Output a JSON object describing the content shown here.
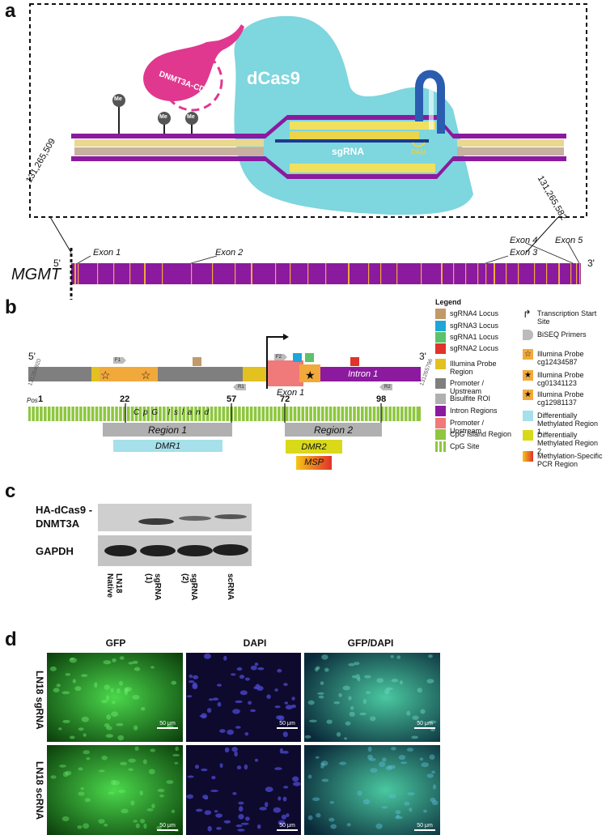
{
  "panels": {
    "a": "a",
    "b": "b",
    "c": "c",
    "d": "d"
  },
  "panel_a": {
    "protein_label": "dCas9",
    "enzyme_label": "DNMT3A-CD",
    "sgrna_label": "sgRNA",
    "pam_label": "PAM",
    "methyl_label": "Me",
    "coord_left": "131,265,509",
    "coord_right": "131,265,582",
    "gene_name": "MGMT",
    "five_prime": "5'",
    "three_prime": "3'",
    "exons": [
      "Exon 1",
      "Exon 2",
      "Exon 3",
      "Exon 4",
      "Exon 5"
    ],
    "colors": {
      "dcas9": "#7ed6de",
      "dnmt": "#e0388f",
      "gene": "#8b1a9e",
      "exon": "#f2a93b"
    }
  },
  "panel_b": {
    "five_prime": "5'",
    "three_prime": "3'",
    "coord_left": "131264920",
    "coord_right": "131265796",
    "primer_f1": "F1",
    "primer_f2": "F2",
    "primer_r1": "R1",
    "primer_r2": "R2",
    "exon_label": "Exon 1",
    "intron_label": "Intron 1",
    "pos_label": "Pos",
    "positions": [
      "1",
      "22",
      "57",
      "72",
      "98"
    ],
    "cpg_label": "C p G   I s l a n d",
    "region1": "Region 1",
    "region2": "Region 2",
    "dmr1": "DMR1",
    "dmr2": "DMR2",
    "msp": "MSP",
    "legend": {
      "title": "Legend",
      "left": [
        {
          "label": "sgRNA4 Locus",
          "color": "#c19a6b"
        },
        {
          "label": "sgRNA3 Locus",
          "color": "#1ea7d6"
        },
        {
          "label": "sgRNA1 Locus",
          "color": "#5cc26b"
        },
        {
          "label": "sgRNA2 Locus",
          "color": "#e0332b"
        },
        {
          "label": "Illumina Probe Region",
          "color": "#e3c120"
        },
        {
          "label": "Promoter / Upstream",
          "color": "#7f7f7f"
        },
        {
          "label": "Bisulfite ROI",
          "color": "#b0b0b0"
        },
        {
          "label": "Intron Regions",
          "color": "#8b1a9e"
        },
        {
          "label": "Promoter / Upstream",
          "color": "#f07a7a"
        },
        {
          "label": "CpG Island Region",
          "color": "#8ec63f"
        },
        {
          "label": "CpG Site",
          "color": "#8ec63f"
        }
      ],
      "right": [
        {
          "label": "Transcription Start Site"
        },
        {
          "label": "BiSEQ  Primers"
        },
        {
          "label": "Illumina Probe cg12434587",
          "color": "#f2a93b"
        },
        {
          "label": "Illumina Probe cg01341123",
          "color": "#f2a93b"
        },
        {
          "label": "Illumina Probe cg12981137",
          "color": "#f2a93b"
        },
        {
          "label": "Differentially Methylated Region 1",
          "color": "#a6e0ea"
        },
        {
          "label": "Differentially Methylated Region 2",
          "color": "#d9d91a"
        },
        {
          "label": "Methylation-Specific PCR Region",
          "color": "#f07a2b"
        }
      ]
    }
  },
  "panel_c": {
    "band1": "HA-dCas9 -DNMT3A",
    "band2": "GAPDH",
    "lanes": [
      "LN18 Native",
      "sgRNA (1)",
      "sgRNA (2)",
      "scRNA"
    ]
  },
  "panel_d": {
    "columns": [
      "GFP",
      "DAPI",
      "GFP/DAPI"
    ],
    "rows": [
      "LN18 sgRNA",
      "LN18 scRNA"
    ],
    "scale": "50 μm"
  }
}
